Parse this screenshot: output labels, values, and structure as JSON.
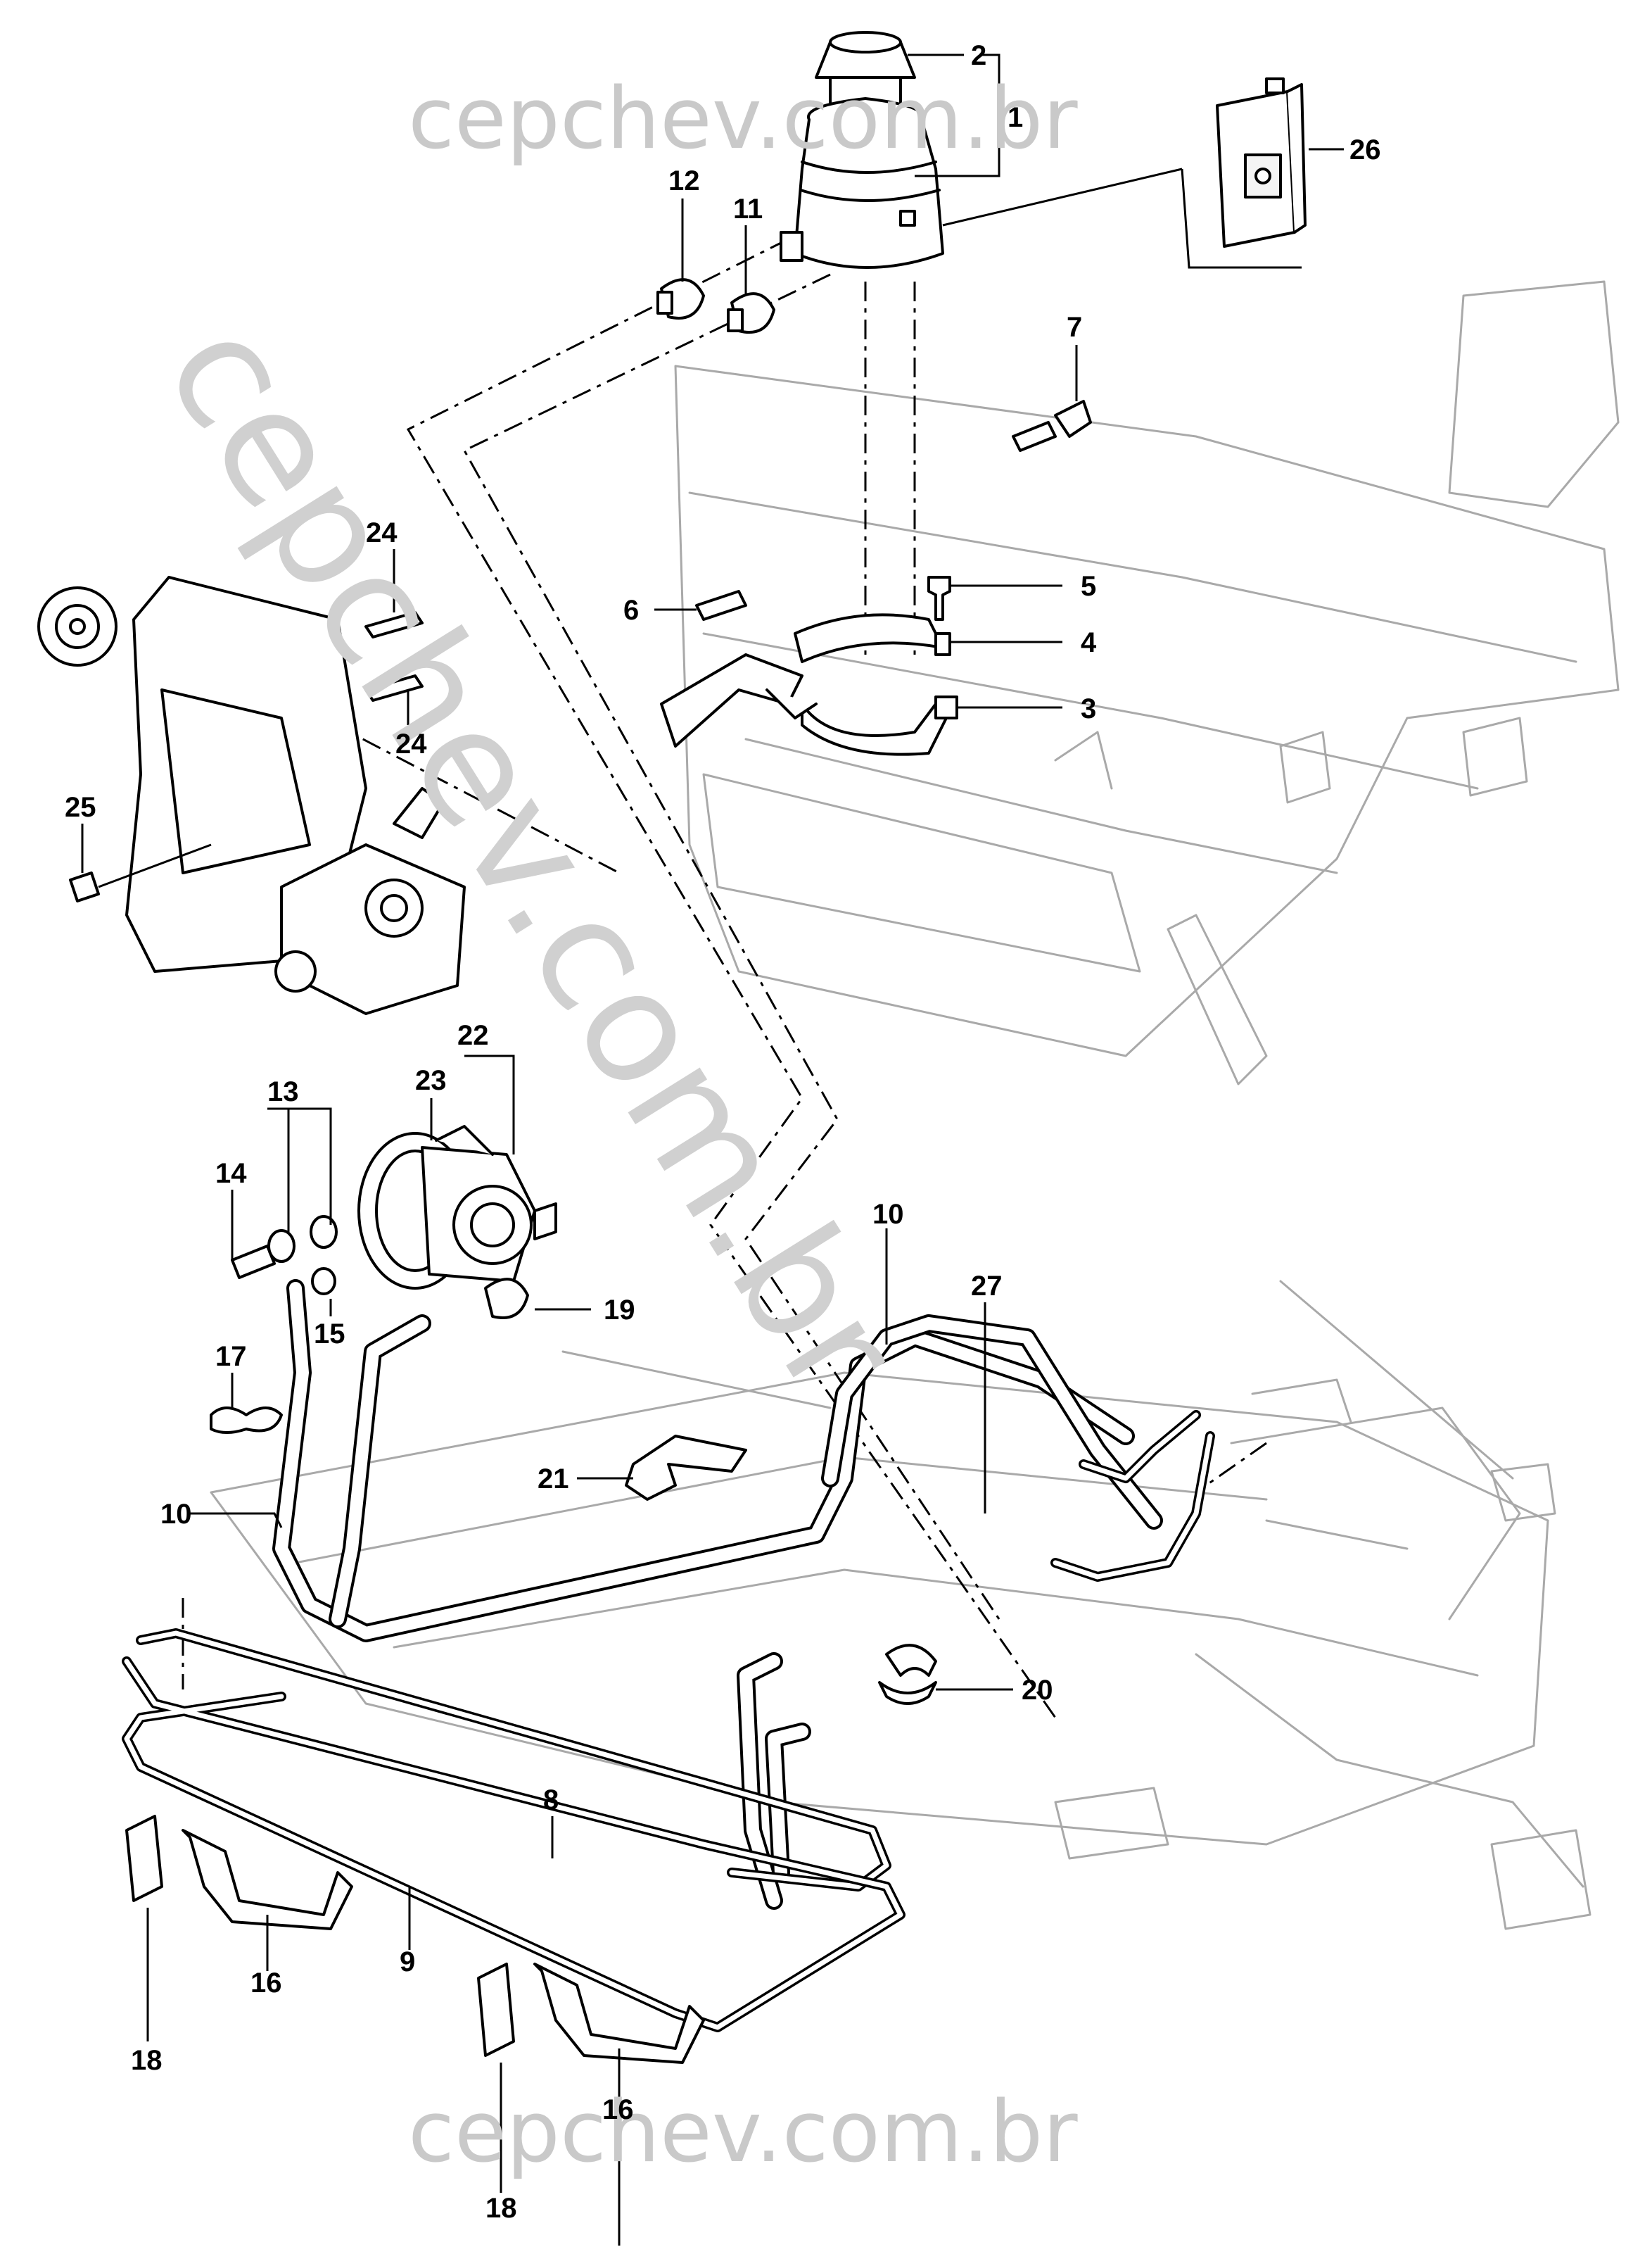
{
  "watermark": {
    "top": "cepchev.com.br",
    "diagonal": "cepchev.com.br",
    "bottom": "cepchev.com.br",
    "color": "#c9c9c9"
  },
  "callouts": [
    "1",
    "2",
    "3",
    "4",
    "5",
    "6",
    "7",
    "8",
    "9",
    "10",
    "10",
    "11",
    "12",
    "13",
    "14",
    "15",
    "16",
    "16",
    "17",
    "18",
    "18",
    "19",
    "20",
    "21",
    "22",
    "23",
    "24",
    "24",
    "25",
    "26",
    "27"
  ],
  "colors": {
    "ink": "#000000",
    "ghost": "#a9a9a9",
    "paper": "#ffffff"
  }
}
